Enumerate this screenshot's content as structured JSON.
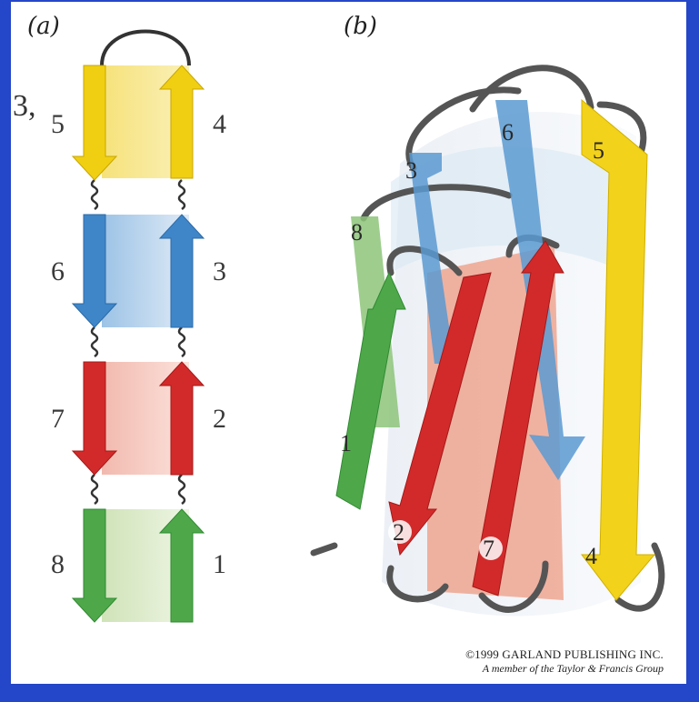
{
  "figure": {
    "stray_text": "3,",
    "panel_a": {
      "label": "(a)",
      "strands": [
        {
          "num": "5",
          "color": "#f2d21a"
        },
        {
          "num": "4",
          "color": "#f2d21a"
        },
        {
          "num": "6",
          "color": "#3f86c9"
        },
        {
          "num": "3",
          "color": "#3f86c9"
        },
        {
          "num": "7",
          "color": "#d22a2a"
        },
        {
          "num": "2",
          "color": "#d22a2a"
        },
        {
          "num": "8",
          "color": "#4ea84a"
        },
        {
          "num": "1",
          "color": "#4ea84a"
        }
      ]
    },
    "panel_b": {
      "label": "(b)",
      "strands": [
        {
          "num": "6",
          "color": "#3f86c9"
        },
        {
          "num": "5",
          "color": "#f2d21a"
        },
        {
          "num": "3",
          "color": "#3f86c9"
        },
        {
          "num": "8",
          "color": "#4ea84a"
        },
        {
          "num": "1",
          "color": "#4ea84a"
        },
        {
          "num": "2",
          "color": "#d22a2a"
        },
        {
          "num": "7",
          "color": "#d22a2a"
        },
        {
          "num": "4",
          "color": "#f2d21a"
        }
      ]
    },
    "copyright": {
      "line1": "©1999 GARLAND PUBLISHING INC.",
      "line2": "A member of the Taylor & Francis Group"
    }
  }
}
